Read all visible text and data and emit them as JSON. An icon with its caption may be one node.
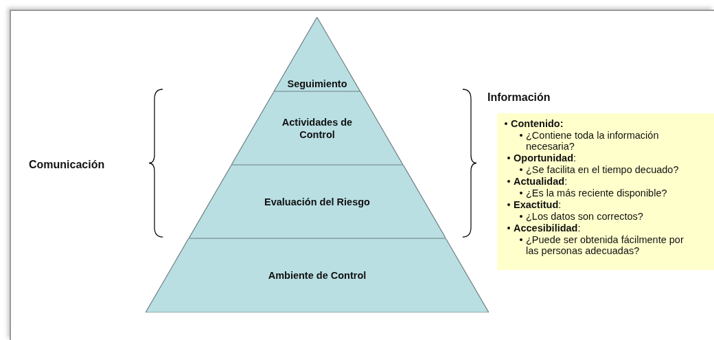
{
  "diagram": {
    "nodes": [
      {
        "text": [
          "Seguimiento"
        ]
      },
      {
        "text": [
          "Actividades de Control"
        ]
      },
      {
        "text": [
          "Evaluación del Riesgo"
        ]
      },
      {
        "text": [
          "Ambiente de Control"
        ]
      },
      {
        "text": [
          "Información",
          "**Contenido:**",
          "¿Contiene toda la información necesaria?",
          "**Oportunidad**:",
          "¿Se facilita en el tiempo decuado?",
          "**Actualidad**:",
          "¿Es la más reciente disponible?",
          "**Exactitud**:",
          "¿Los datos son correctos?",
          "**Accesibilidad**:",
          "¿Puede ser obtenida fácilmente por las personas adecuadas?"
        ]
      }
    ],
    "edges": [],
    "labels": [
      "Comunicación"
    ]
  }
}
